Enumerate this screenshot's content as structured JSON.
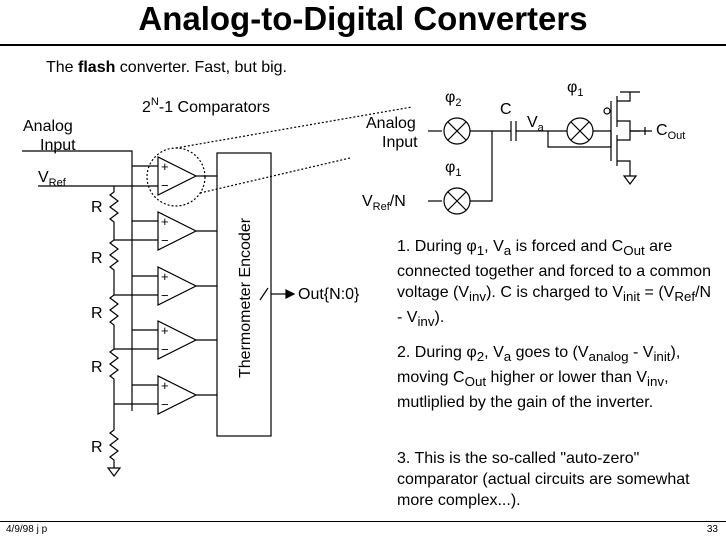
{
  "slide": {
    "title": "Analog-to-Digital Converters",
    "subtitle_pre": "The ",
    "subtitle_bold": "flash",
    "subtitle_post": " converter.  Fast, but big.",
    "footer_left": "4/9/98 j p",
    "footer_right": "33"
  },
  "flash": {
    "analog_input_1": "Analog",
    "analog_input_2": "Input",
    "vref": "V",
    "vref_sub": "Ref",
    "comparators_pre": "2",
    "comparators_sup": "N",
    "comparators_post": "-1 Comparators",
    "resistor_label": "R",
    "plus": "+",
    "minus": "−",
    "encoder": "Thermometer Encoder",
    "output": "Out{N:0}"
  },
  "autozero": {
    "analog_input_1": "Analog",
    "analog_input_2": "Input",
    "phi": "φ",
    "phi_1_sub": "1",
    "phi_2_sub": "2",
    "cap": "C",
    "va": "V",
    "va_sub": "a",
    "cout": "C",
    "cout_sub": "Out",
    "vref_n": "V",
    "vref_n_sub": "Ref",
    "vref_n_post": "/N"
  },
  "notes": {
    "n1": {
      "t1": "1.  During ",
      "t2": "φ",
      "t3": "1",
      "t4": ", V",
      "t5": "a",
      "t6": " is forced and C",
      "t7": "Out",
      "t8": " are connected together and forced to a common voltage (V",
      "t9": "inv",
      "t10": ").  C is charged to V",
      "t11": "init",
      "t12": " = (V",
      "t13": "Ref",
      "t14": "/N - V",
      "t15": "inv",
      "t16": ")."
    },
    "n2": {
      "t1": "2.  During ",
      "t2": "φ",
      "t3": "2",
      "t4": ", V",
      "t5": "a",
      "t6": " goes to (V",
      "t7": "analog",
      "t8": " - V",
      "t9": "init",
      "t10": "), moving C",
      "t11": "Out",
      "t12": " higher or lower than V",
      "t13": "inv",
      "t14": ", mutliplied by the gain of the inverter."
    },
    "n3": {
      "text": "3.  This is the so-called \"auto-zero\" comparator (actual circuits are somewhat more complex...)."
    }
  }
}
